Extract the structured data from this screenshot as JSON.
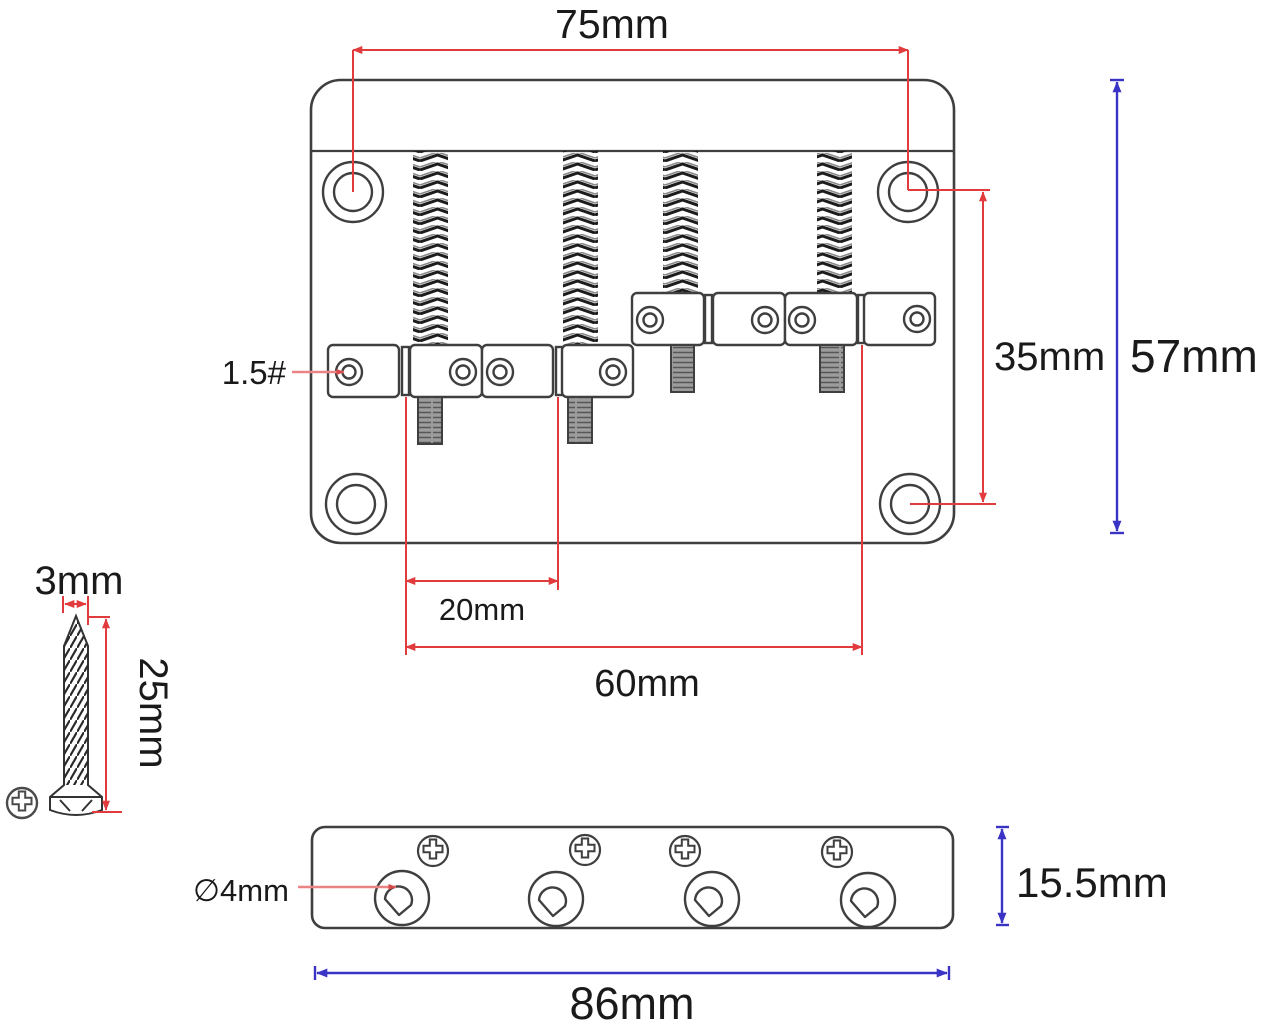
{
  "colors": {
    "outline": "#3f3f3f",
    "dimension_red": "#e23b3e",
    "leader_pink": "#ea8383",
    "dimension_blue": "#3a34c6",
    "text": "#1a1a1a"
  },
  "dims": {
    "hole_span_width": "75mm",
    "plate_height": "57mm",
    "hole_span_height": "35mm",
    "wrench_size": "1.5#",
    "saddle_width": "20mm",
    "saddle_span": "60mm",
    "screw_diameter": "3mm",
    "screw_length": "25mm",
    "string_hole_diameter": "∅4mm",
    "side_height": "15.5mm",
    "side_length": "86mm"
  }
}
